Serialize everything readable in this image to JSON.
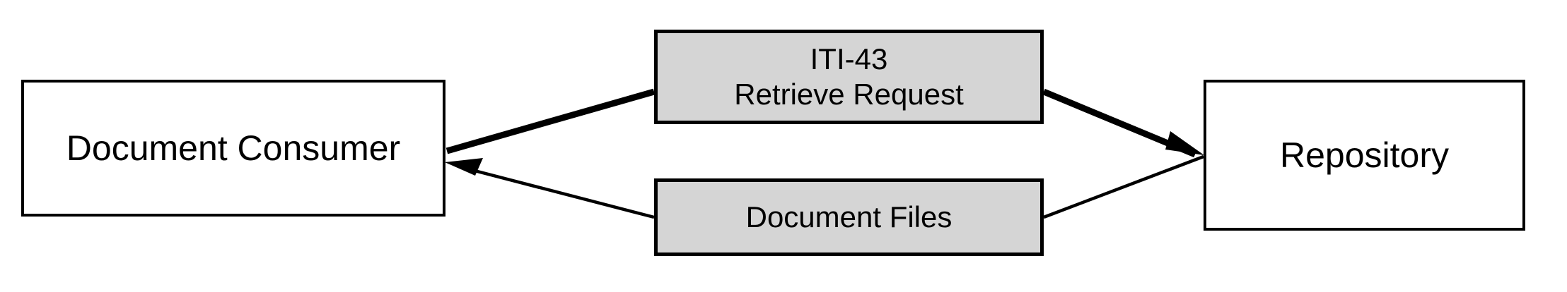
{
  "diagram": {
    "type": "ihe-transaction-flow",
    "background_color": "#ffffff",
    "nodes": [
      {
        "id": "document-consumer",
        "label": "Document Consumer",
        "role": "actor",
        "fill": "#ffffff",
        "stroke": "#000000"
      },
      {
        "id": "iti43",
        "label": "ITI-43\nRetrieve Request",
        "role": "message",
        "fill": "#d5d5d5",
        "stroke": "#000000"
      },
      {
        "id": "document-files",
        "label": "Document Files",
        "role": "message",
        "fill": "#d5d5d5",
        "stroke": "#000000"
      },
      {
        "id": "repository",
        "label": "Repository",
        "role": "actor",
        "fill": "#ffffff",
        "stroke": "#000000"
      }
    ],
    "edges": [
      {
        "id": "request-edge",
        "from": "document-consumer",
        "via": "iti43",
        "to": "repository",
        "arrowhead": "at-repository",
        "weight": "thick",
        "color": "#000000"
      },
      {
        "id": "response-edge",
        "from": "repository",
        "via": "document-files",
        "to": "document-consumer",
        "arrowhead": "at-document-consumer",
        "weight": "thin",
        "color": "#000000"
      }
    ]
  }
}
